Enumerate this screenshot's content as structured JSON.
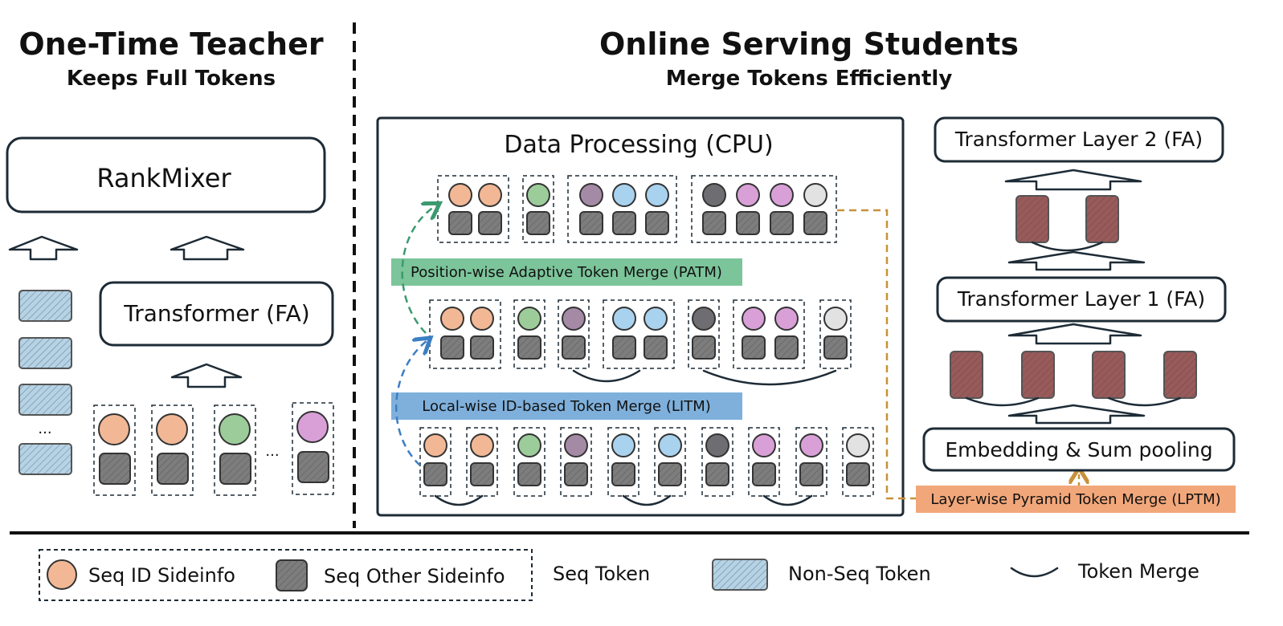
{
  "left": {
    "title": "One-Time Teacher",
    "subtitle": "Keeps Full Tokens",
    "rankmixer": "RankMixer",
    "transformer": "Transformer (FA)",
    "ellipsis": "..."
  },
  "right": {
    "title": "Online Serving Students",
    "subtitle": "Merge Tokens Efficiently",
    "data_processing": "Data Processing (CPU)",
    "patm": "Position-wise Adaptive Token Merge (PATM)",
    "litm": "Local-wise ID-based Token Merge (LITM)",
    "lptm": "Layer-wise Pyramid Token Merge (LPTM)",
    "layer2": "Transformer Layer 2 (FA)",
    "layer1": "Transformer Layer 1 (FA)",
    "embedding": "Embedding & Sum pooling"
  },
  "legend": {
    "seq_id": "Seq ID Sideinfo",
    "seq_other": "Seq Other Sideinfo",
    "seq_token": "Seq Token",
    "non_seq": "Non-Seq Token",
    "token_merge": "Token Merge"
  },
  "colors": {
    "orange": "#f2b896",
    "green": "#9ccc9a",
    "purple": "#a58aa6",
    "blue": "#a9d2ee",
    "dark": "#6e6e72",
    "pink": "#d9a0d8",
    "light": "#e2e2e2",
    "maroon": "#9a5a5a",
    "nonseq": "#b5d3e6",
    "patm_bg": "#7cc49a",
    "litm_bg": "#7fb0dc",
    "lptm_bg": "#f2a77a"
  }
}
